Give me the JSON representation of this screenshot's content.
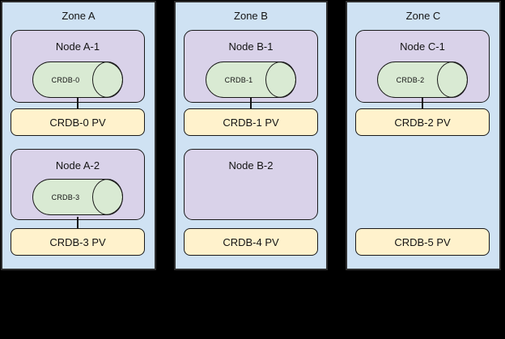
{
  "colors": {
    "background": "#000000",
    "zone-fill": "#cfe2f3",
    "zone-border": "#2e2e2e",
    "node-fill": "#d9d2e9",
    "db-fill": "#d9ead3",
    "pv-fill": "#fff2cc",
    "shape-border": "#1a1a1a"
  },
  "zones": [
    {
      "label": "Zone A",
      "nodes": [
        {
          "label": "Node A-1",
          "db": "CRDB-0"
        },
        {
          "label": "Node A-2",
          "db": "CRDB-3"
        }
      ],
      "pvs": [
        {
          "label": "CRDB-0 PV"
        },
        {
          "label": "CRDB-3 PV"
        }
      ]
    },
    {
      "label": "Zone B",
      "nodes": [
        {
          "label": "Node B-1",
          "db": "CRDB-1"
        },
        {
          "label": "Node B-2"
        }
      ],
      "pvs": [
        {
          "label": "CRDB-1 PV"
        },
        {
          "label": "CRDB-4 PV"
        }
      ]
    },
    {
      "label": "Zone C",
      "nodes": [
        {
          "label": "Node C-1",
          "db": "CRDB-2"
        }
      ],
      "pvs": [
        {
          "label": "CRDB-2 PV"
        },
        {
          "label": "CRDB-5 PV"
        }
      ]
    }
  ]
}
